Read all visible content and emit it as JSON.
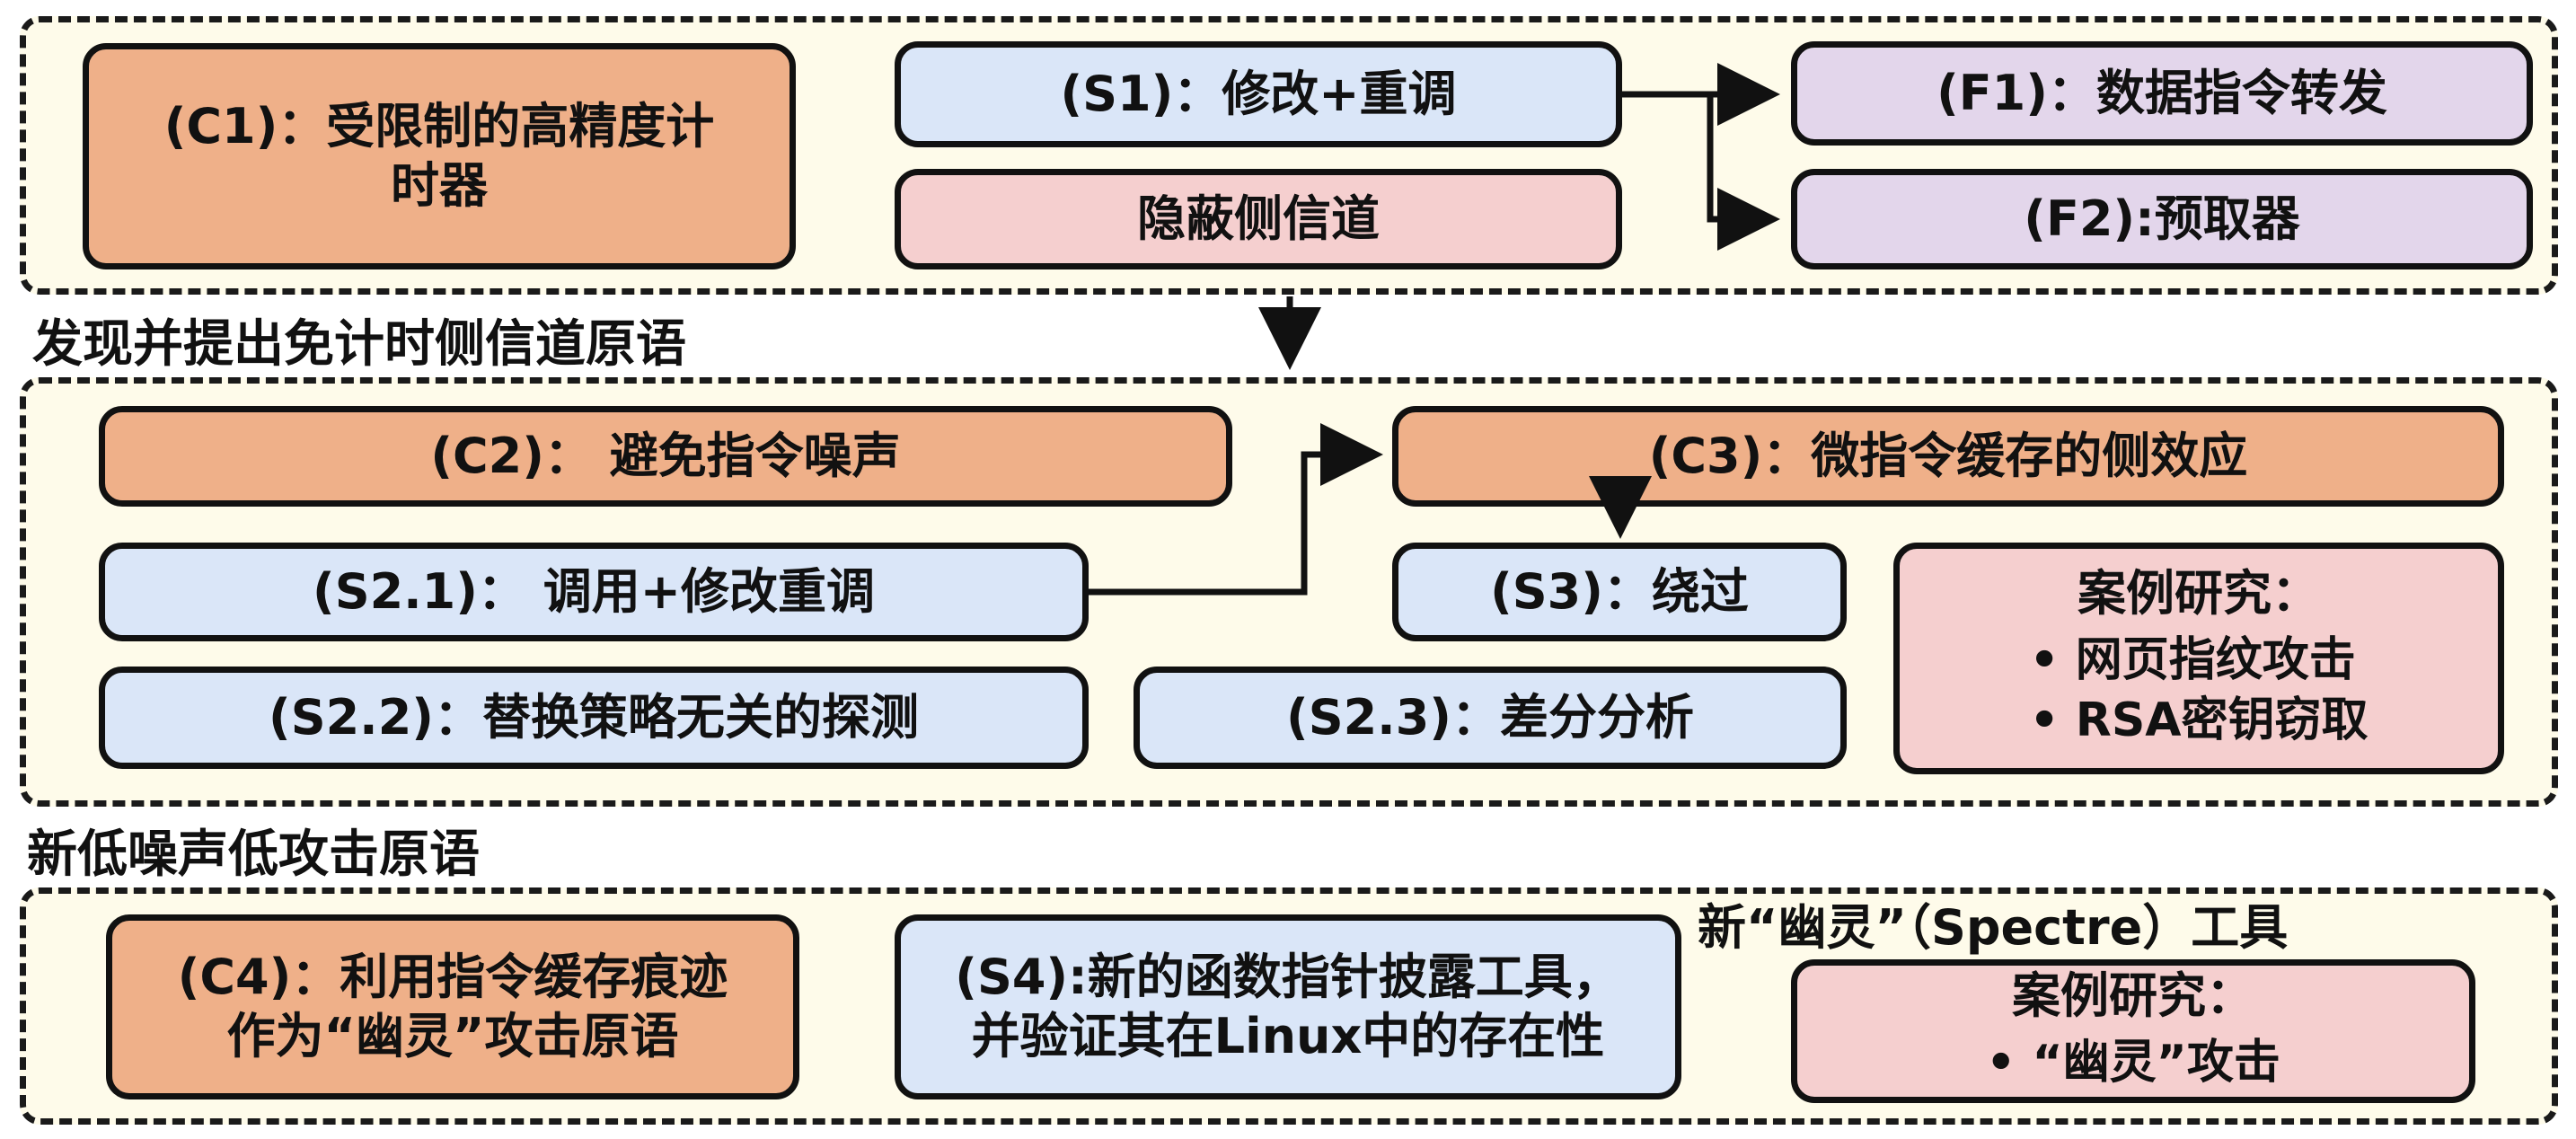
{
  "regions": {
    "r1": {
      "caption": "发现并提出免计时侧信道原语"
    },
    "r2": {
      "caption": "新低噪声低攻击原语"
    },
    "r3": {
      "caption": "新“幽灵”（Spectre）工具"
    }
  },
  "boxes": {
    "c1_line1": "(C1)：受限制的高精度计",
    "c1_line2": "时器",
    "s1": "(S1)：修改+重调",
    "hidden": "隐蔽侧信道",
    "f1": "(F1)：数据指令转发",
    "f2": "(F2):预取器",
    "c2": "(C2)：  避免指令噪声",
    "c3": "(C3)：微指令缓存的侧效应",
    "s21": "(S2.1)：  调用+修改重调",
    "s3": "(S3)：绕过",
    "s22": "(S2.2)：替换策略无关的探测",
    "s23": "(S2.3)：差分分析",
    "case1_title": "案例研究：",
    "case1_item1": "网页指纹攻击",
    "case1_item2": "RSA密钥窃取",
    "c4_line1": "(C4)：利用指令缓存痕迹",
    "c4_line2": "作为“幽灵”攻击原语",
    "s4_line1": "(S4):新的函数指针披露工具，",
    "s4_line2": "并验证其在Linux中的存在性",
    "case2_title": "案例研究：",
    "case2_item1": "“幽灵”攻击"
  },
  "colors": {
    "challenge": "#efb089",
    "solution": "#dae6f8",
    "finding": "#e3d6eb",
    "case": "#f5cfcf",
    "region_bg": "#fefbea"
  }
}
